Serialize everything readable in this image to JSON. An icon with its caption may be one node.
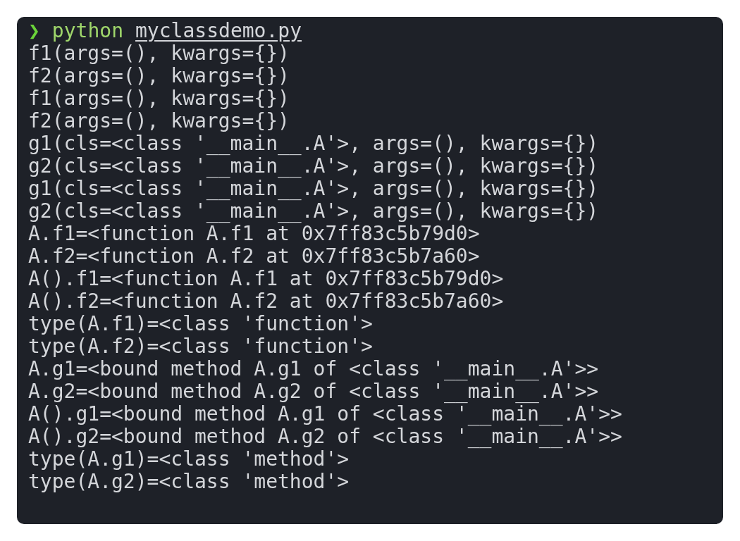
{
  "diagram": {
    "labels": [
      "❯",
      "python",
      "myclassdemo.py",
      "f1(args=(), kwargs={})",
      "f2(args=(), kwargs={})",
      "f1(args=(), kwargs={})",
      "f2(args=(), kwargs={})",
      "g1(cls=<class '__main__.A'>, args=(), kwargs={})",
      "g2(cls=<class '__main__.A'>, args=(), kwargs={})",
      "g1(cls=<class '__main__.A'>, args=(), kwargs={})",
      "g2(cls=<class '__main__.A'>, args=(), kwargs={})",
      "A.f1=<function A.f1 at 0x7ff83c5b79d0>",
      "A.f2=<function A.f2 at 0x7ff83c5b7a60>",
      "A().f1=<function A.f1 at 0x7ff83c5b79d0>",
      "A().f2=<function A.f2 at 0x7ff83c5b7a60>",
      "type(A.f1)=<class 'function'>",
      "type(A.f2)=<class 'function'>",
      "A.g1=<bound method A.g1 of <class '__main__.A'>>",
      "A.g2=<bound method A.g2 of <class '__main__.A'>>",
      "A().g1=<bound method A.g1 of <class '__main__.A'>>",
      "A().g2=<bound method A.g2 of <class '__main__.A'>>",
      "type(A.g1)=<class 'method'>",
      "type(A.g2)=<class 'method'>"
    ]
  }
}
